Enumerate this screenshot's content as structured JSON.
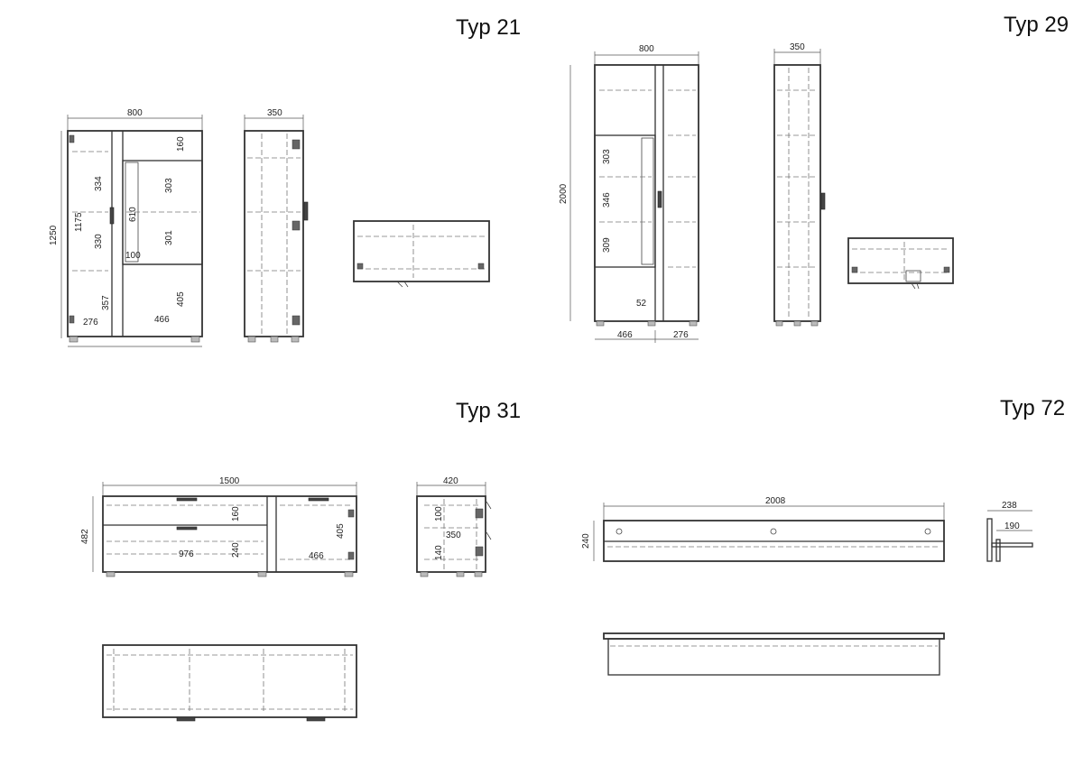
{
  "units": {
    "typ21": {
      "title": "Typ 21",
      "front_width": "800",
      "side_width": "350",
      "height": "1250",
      "inner_height": "1175",
      "dims": [
        "334",
        "330",
        "357",
        "276",
        "160",
        "303",
        "610",
        "301",
        "100",
        "405",
        "466"
      ]
    },
    "typ29": {
      "title": "Typ 29",
      "front_width": "800",
      "side_width": "350",
      "height": "2000",
      "dims": [
        "303",
        "346",
        "309",
        "52",
        "466",
        "276"
      ]
    },
    "typ31": {
      "title": "Typ 31",
      "front_width": "1500",
      "side_width": "420",
      "height": "482",
      "dims": [
        "160",
        "976",
        "240",
        "405",
        "466",
        "100",
        "350",
        "140"
      ]
    },
    "typ72": {
      "title": "Typ 72",
      "front_width": "2008",
      "height": "240",
      "side_dims": [
        "238",
        "190"
      ]
    }
  },
  "colors": {
    "line": "#333333",
    "background": "#ffffff"
  }
}
